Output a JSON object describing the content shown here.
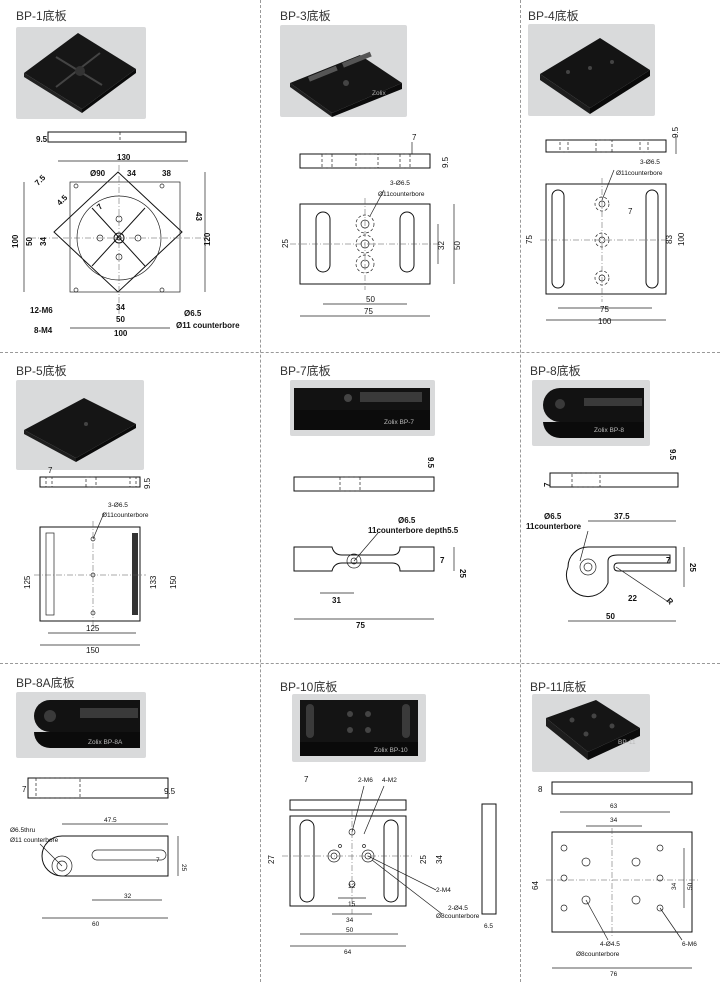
{
  "panels": [
    {
      "id": "bp1",
      "title": "BP-1底板",
      "dims": [
        "9.5",
        "130",
        "Ø90",
        "34",
        "38",
        "7.5",
        "4.5",
        "43",
        "7",
        "100",
        "50",
        "34",
        "120",
        "12-M6",
        "34",
        "50",
        "8-M4",
        "100",
        "Ø6.5",
        "Ø11 counterbore"
      ]
    },
    {
      "id": "bp3",
      "title": "BP-3底板",
      "dims": [
        "7",
        "9.5",
        "3-Ø6.5",
        "Ø11counterbore",
        "25",
        "32",
        "50",
        "50",
        "75"
      ]
    },
    {
      "id": "bp4",
      "title": "BP-4底板",
      "dims": [
        "9.5",
        "3-Ø6.5",
        "Ø11counterbore",
        "7",
        "75",
        "83",
        "100",
        "75",
        "100"
      ]
    },
    {
      "id": "bp5",
      "title": "BP-5底板",
      "dims": [
        "7",
        "9.5",
        "3-Ø6.5",
        "Ø11counterbore",
        "125",
        "133",
        "150",
        "125",
        "150"
      ]
    },
    {
      "id": "bp7",
      "title": "BP-7底板",
      "dims": [
        "9.5",
        "Ø6.5",
        "11counterbore depth5.5",
        "7",
        "25",
        "31",
        "75"
      ]
    },
    {
      "id": "bp8",
      "title": "BP-8底板",
      "dims": [
        "9.5",
        "7",
        "Ø6.5",
        "11counterbore",
        "37.5",
        "7",
        "25",
        "22",
        "R",
        "50"
      ]
    },
    {
      "id": "bp8a",
      "title": "BP-8A底板",
      "dims": [
        "7",
        "9.5",
        "Ø6.5thru",
        "Ø11 counterbore",
        "47.5",
        "7",
        "25",
        "32",
        "60"
      ]
    },
    {
      "id": "bp10",
      "title": "BP-10底板",
      "dims": [
        "7",
        "2-M6",
        "4-M2",
        "27",
        "25",
        "34",
        "15",
        "12",
        "34",
        "2-M4",
        "2-Ø4.5",
        "Ø8counterbore",
        "50",
        "64",
        "6.5"
      ]
    },
    {
      "id": "bp11",
      "title": "BP-11底板",
      "dims": [
        "8",
        "63",
        "34",
        "64",
        "34",
        "50",
        "4-Ø4.5",
        "Ø8counterbore",
        "6-M6",
        "76"
      ]
    }
  ],
  "photo_labels": {
    "bp3": "Zolix",
    "bp7": "Zolix BP-7",
    "bp8": "Zolix BP-8",
    "bp8a": "Zolix BP-8A",
    "bp10": "Zolix BP-10",
    "bp11": "BP-11"
  }
}
